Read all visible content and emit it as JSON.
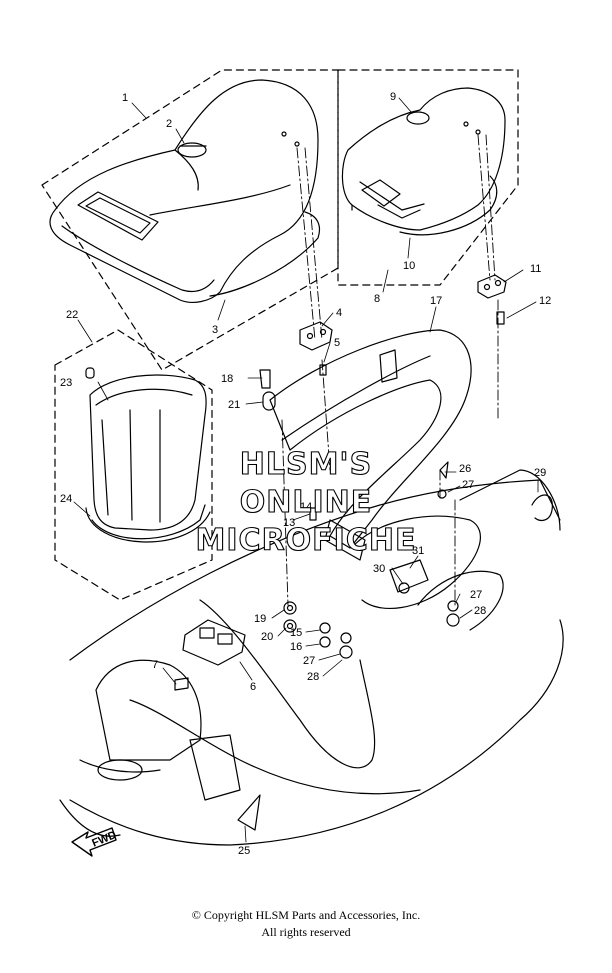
{
  "diagram": {
    "callouts": [
      "1",
      "2",
      "3",
      "4",
      "5",
      "6",
      "7",
      "8",
      "9",
      "10",
      "11",
      "12",
      "13",
      "14",
      "15",
      "16",
      "17",
      "18",
      "19",
      "20",
      "21",
      "22",
      "23",
      "24",
      "25",
      "26",
      "27",
      "27",
      "27",
      "28",
      "28",
      "29",
      "30",
      "31"
    ],
    "fwd_label": "FWD"
  },
  "watermark": {
    "line1": "HLSM'S",
    "line2": "ONLINE",
    "line3": "MICROFICHE"
  },
  "footer": {
    "copyright": "© Copyright HLSM Parts and Accessories, Inc.",
    "rights": "All rights reserved"
  }
}
